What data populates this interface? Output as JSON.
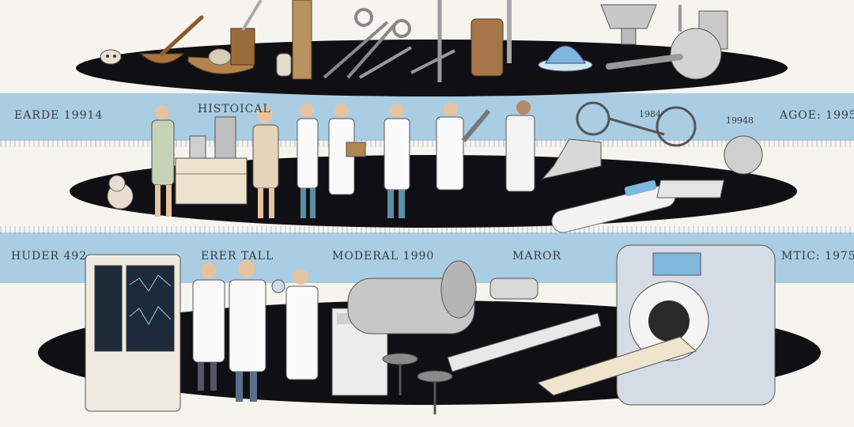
{
  "labels": {
    "row2_left": "EARDE 19914",
    "row2_mid": "HISTOICAL",
    "row2_small1": "1984",
    "row2_small2": "19948",
    "row2_right": "AGOE: 1995",
    "row3_left": "HUDER 492",
    "row3_a": "ERER TALL",
    "row3_b": "MODERAL 1990",
    "row3_c": "MAROR",
    "row3_right": "MTIC: 1975"
  },
  "colors": {
    "band": "#a9cde3",
    "platform": "#101014",
    "background": "#f5f4ef"
  }
}
